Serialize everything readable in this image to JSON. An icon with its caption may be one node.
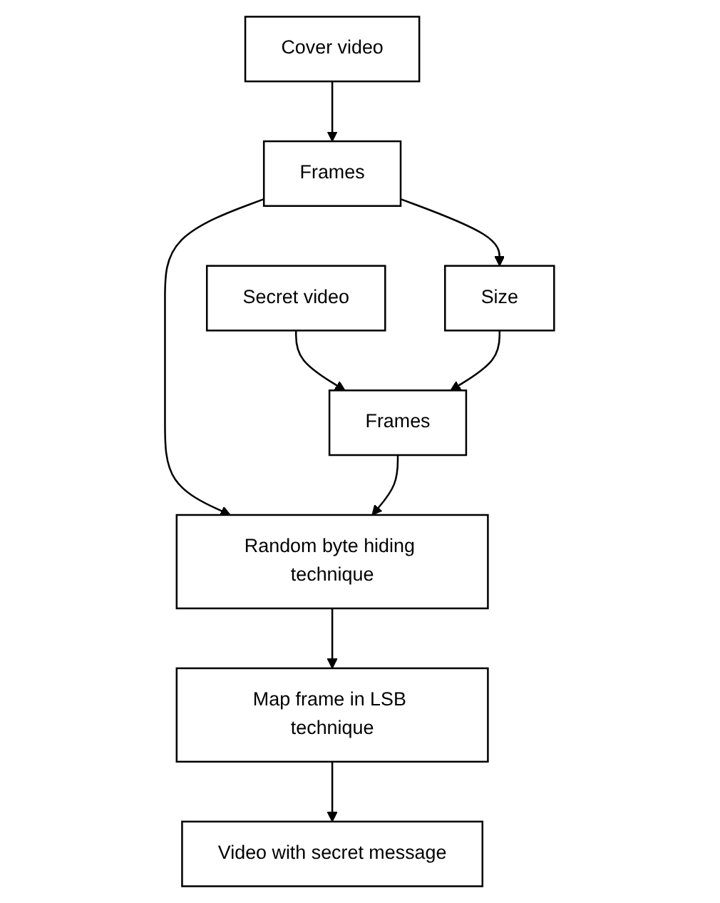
{
  "diagram": {
    "nodes": [
      {
        "text": [
          "Cover video"
        ]
      },
      {
        "text": [
          "Secret video"
        ]
      },
      {
        "text": [
          "Frames"
        ]
      },
      {
        "text": [
          "Size"
        ]
      },
      {
        "text": [
          "Frames"
        ]
      },
      {
        "text": [
          "Random byte hiding technique"
        ]
      },
      {
        "text": [
          "Map frame in LSB technique"
        ]
      },
      {
        "text": [
          "Video with secret message"
        ]
      }
    ],
    "edges": [
      {
        "from": 0,
        "to": 2,
        "arrow": "to"
      },
      {
        "from": 1,
        "to": 4,
        "arrow": "to"
      },
      {
        "from": 2,
        "to": 3,
        "arrow": "to"
      },
      {
        "from": 3,
        "to": 4,
        "arrow": "to"
      },
      {
        "from": 2,
        "to": 5,
        "arrow": "to"
      },
      {
        "from": 4,
        "to": 5,
        "arrow": "to"
      },
      {
        "from": 5,
        "to": 6,
        "arrow": "to"
      },
      {
        "from": 6,
        "to": 7,
        "arrow": "to"
      }
    ]
  }
}
